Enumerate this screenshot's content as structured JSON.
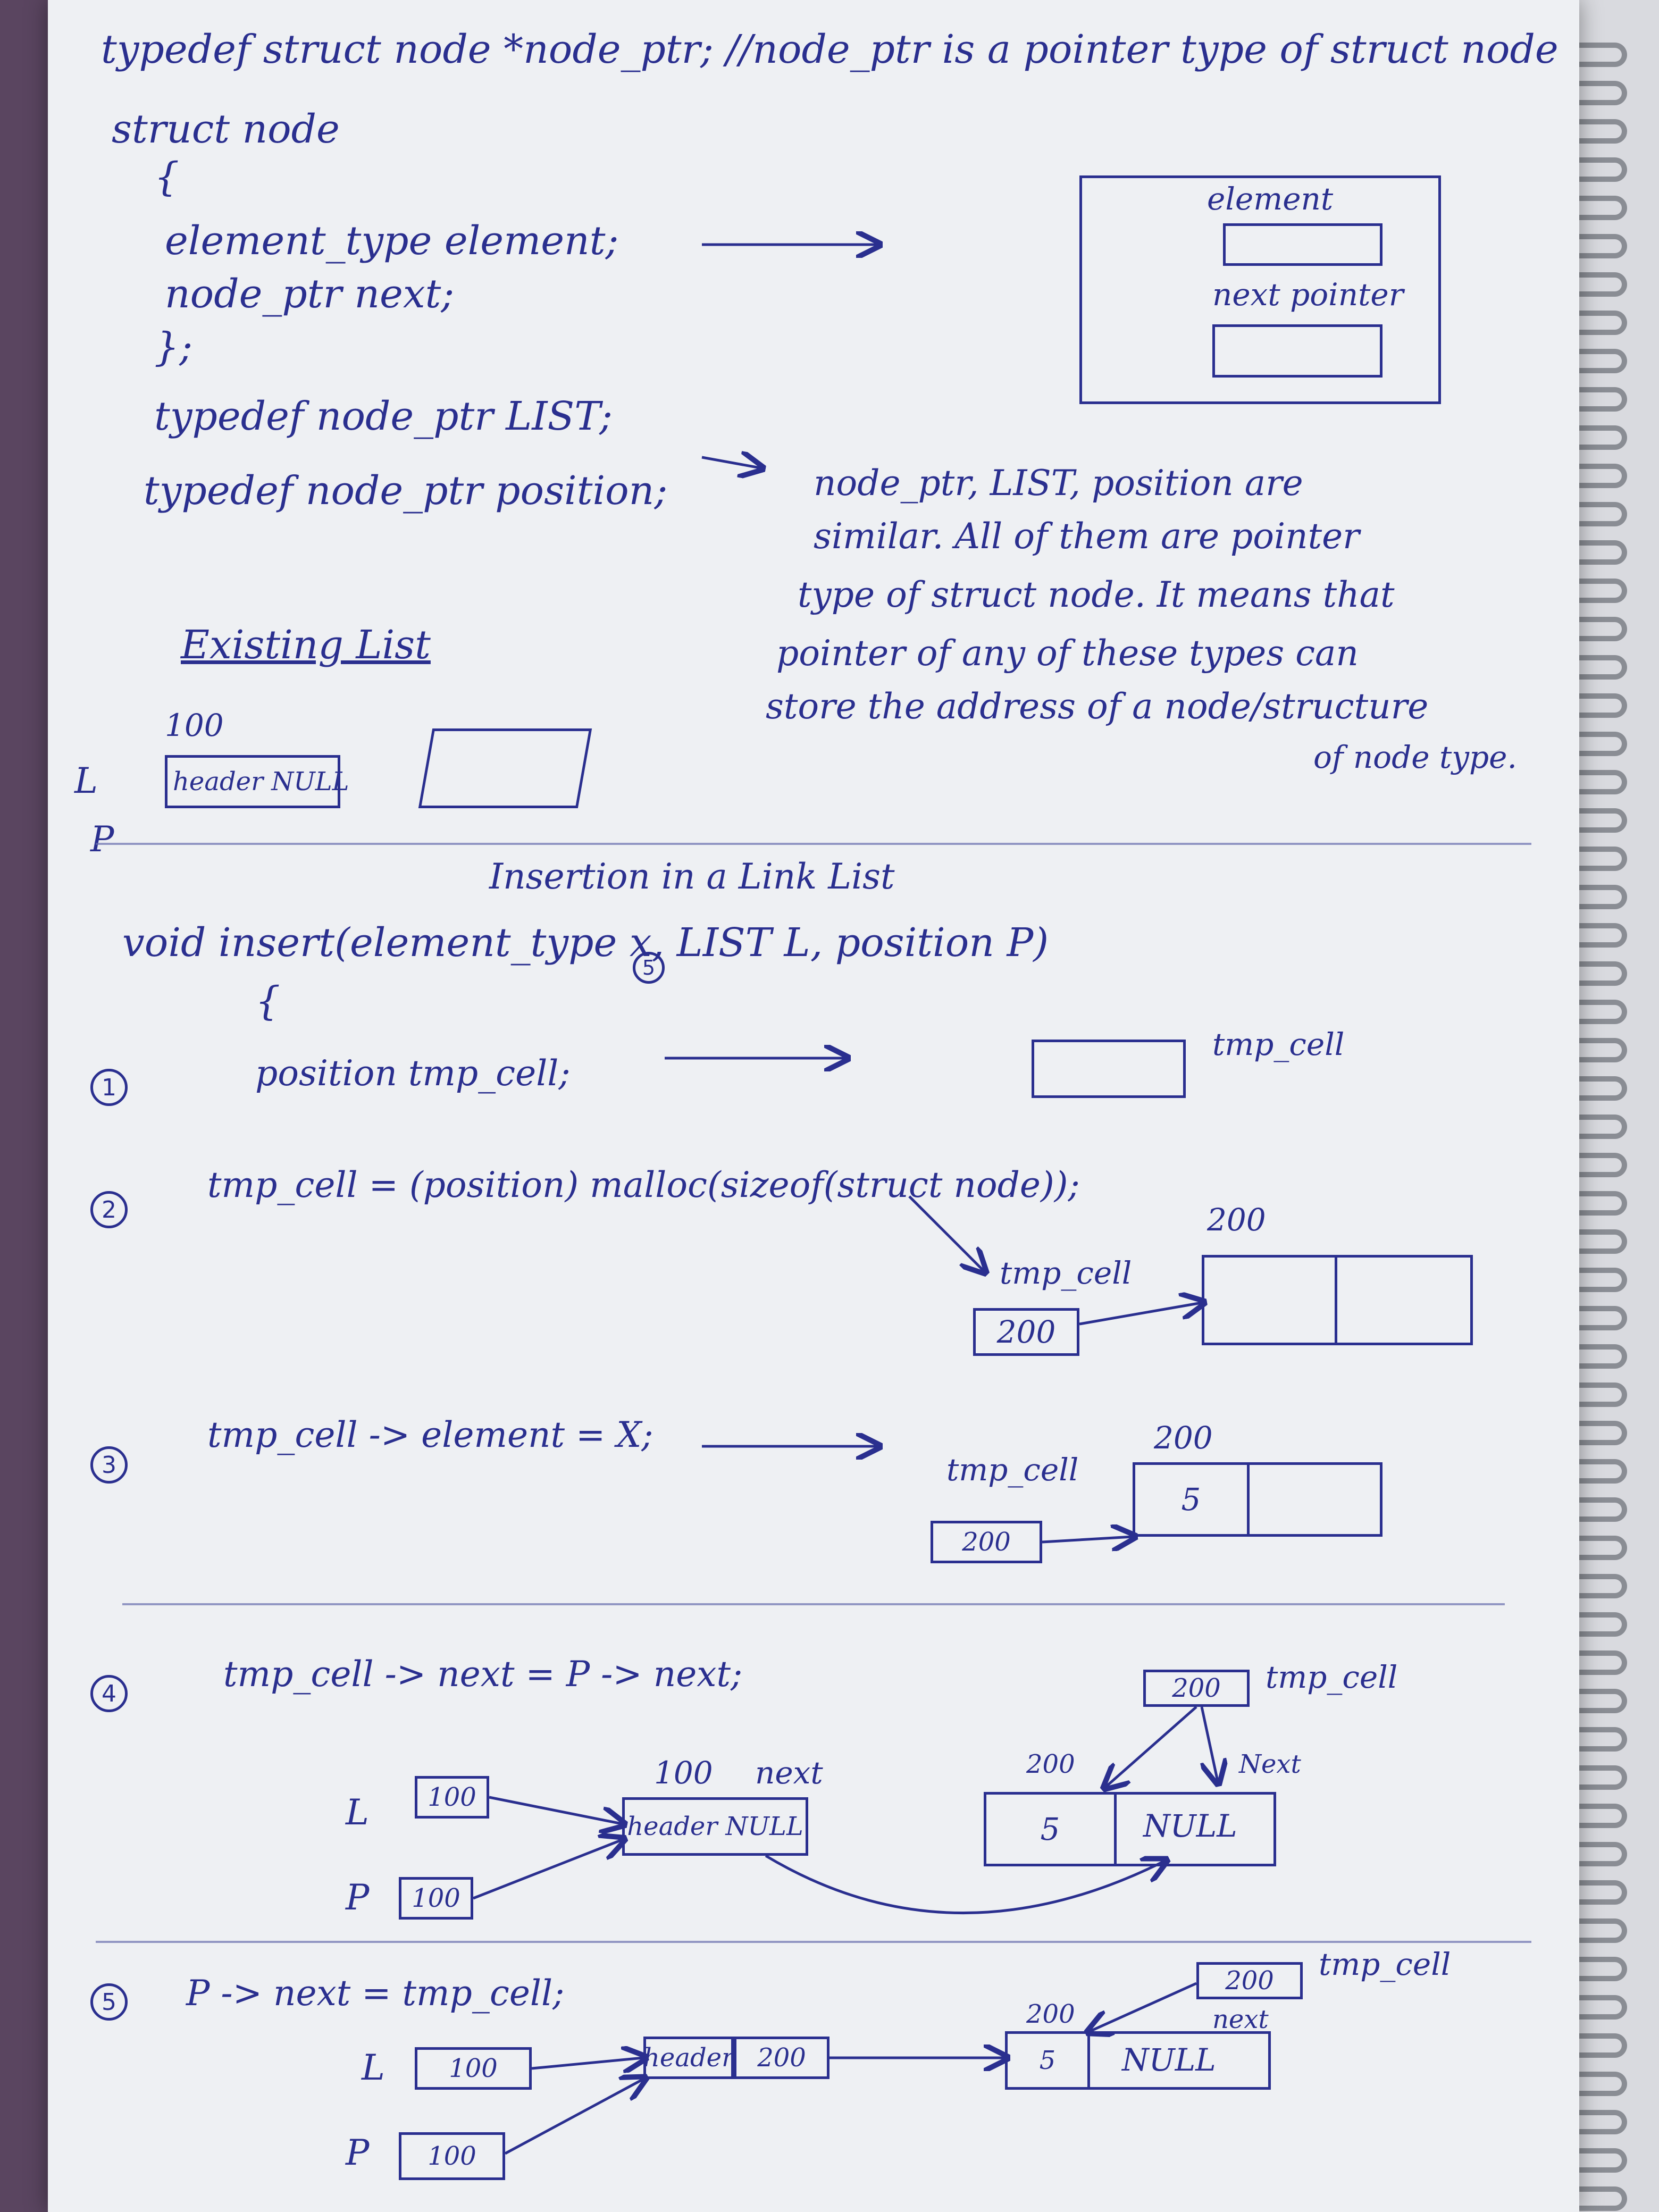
{
  "code": {
    "typedef_line": "typedef struct node *node_ptr; //node_ptr is a pointer type of struct node",
    "struct_node": "struct node",
    "brace_open": "{",
    "element_line": "element_type element;",
    "next_line": "node_ptr next;",
    "brace_close": "};",
    "typedef_list": "typedef node_ptr LIST;",
    "typedef_position": "typedef node_ptr position;"
  },
  "node_diagram": {
    "element_label": "element",
    "next_label": "next pointer"
  },
  "note": {
    "line1": "node_ptr, LIST, position are",
    "line2": "similar. All of them are pointer",
    "line3": "type of struct node. It means that",
    "line4": "pointer of any of these types can",
    "line5": "store the address of a node/structure",
    "line6": "of node type."
  },
  "existing_list": {
    "title": "Existing List",
    "address": "100",
    "node_text": "header NULL",
    "l_label": "L",
    "p_label": "P"
  },
  "insertion": {
    "title": "Insertion in a Link List",
    "signature": "void insert(element_type x, LIST L, position P)",
    "brace": "{",
    "x_value": "5"
  },
  "steps": [
    {
      "num": "1",
      "code": "position tmp_cell;",
      "label": "tmp_cell"
    },
    {
      "num": "2",
      "code": "tmp_cell = (position) malloc(sizeof(struct node));",
      "label": "tmp_cell",
      "ptr_value": "200",
      "address": "200"
    },
    {
      "num": "3",
      "code": "tmp_cell -> element = X;",
      "label": "tmp_cell",
      "ptr_value": "200",
      "address": "200",
      "element_value": "5"
    },
    {
      "num": "4",
      "code": "tmp_cell -> next = P -> next;",
      "l_label": "L",
      "p_label": "P",
      "l_value": "100",
      "p_value": "100",
      "address": "100",
      "next_label": "next",
      "header_node": "header NULL",
      "tmp_address": "200",
      "tmp_ptr": "200",
      "tmp_label": "tmp_cell",
      "tmp_next_label": "Next",
      "element_value": "5",
      "null_text": "NULL"
    },
    {
      "num": "5",
      "code": "P -> next = tmp_cell;",
      "l_label": "L",
      "p_label": "P",
      "l_value": "100",
      "p_value": "100",
      "header_text": "header",
      "header_next": "200",
      "tmp_address": "200",
      "tmp_ptr": "200",
      "tmp_label": "tmp_cell",
      "tmp_next_label": "next",
      "element_value": "5",
      "null_text": "NULL"
    }
  ]
}
